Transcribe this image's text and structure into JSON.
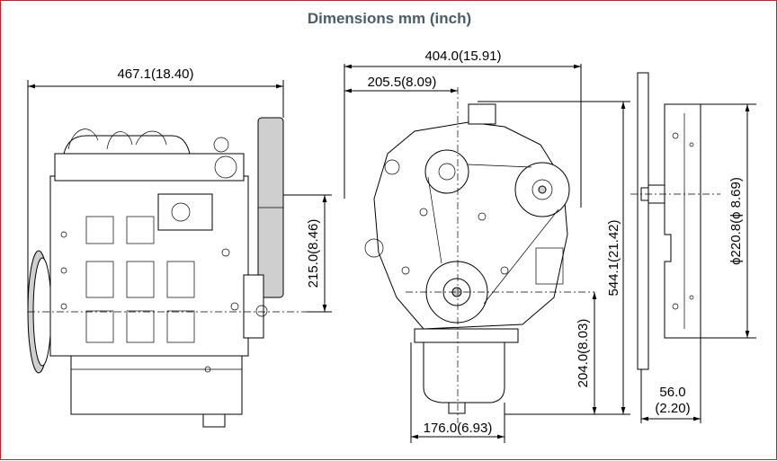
{
  "title": "Dimensions mm (inch)",
  "dimensions": {
    "overall_length": "467.1(18.40)",
    "height_to_crank": "215.0(8.46)",
    "overall_width": "404.0(15.91)",
    "width_to_crank": "205.5(8.09)",
    "overall_height": "544.1(21.42)",
    "crank_to_bottom": "204.0(8.03)",
    "sump_width": "176.0(6.93)",
    "flywheel_diameter": "ϕ220.8(ϕ 8.69)",
    "flywheel_width_mm": "56.0",
    "flywheel_width_in": "(2.20)"
  },
  "colors": {
    "frame": "#b0282a",
    "title": "#4a5d6b"
  }
}
